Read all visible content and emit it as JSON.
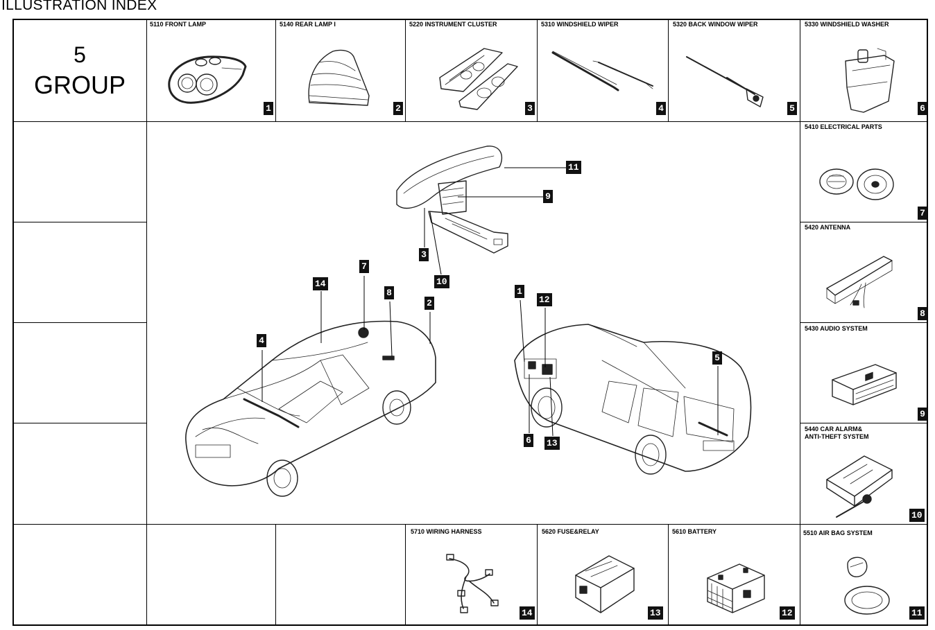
{
  "header": {
    "title": "ILLUSTRATION INDEX"
  },
  "group": {
    "number": "5",
    "word": "GROUP"
  },
  "top_cells": [
    {
      "label": "5110 FRONT LAMP",
      "num": "1"
    },
    {
      "label": "5140 REAR LAMP I",
      "num": "2"
    },
    {
      "label": "5220 INSTRUMENT CLUSTER",
      "num": "3"
    },
    {
      "label": "5310 WINDSHIELD WIPER",
      "num": "4"
    },
    {
      "label": "5320 BACK WINDOW WIPER",
      "num": "5"
    },
    {
      "label": "5330 WINDSHIELD WASHER",
      "num": "6"
    }
  ],
  "right_cells": [
    {
      "label": "5410 ELECTRICAL PARTS",
      "num": "7"
    },
    {
      "label": "5420 ANTENNA",
      "num": "8"
    },
    {
      "label": "5430 AUDIO SYSTEM",
      "num": "9"
    },
    {
      "label": "5440 CAR ALARM&\n        ANTI-THEFT SYSTEM",
      "num": "10"
    }
  ],
  "bottom_cells": [
    {
      "label": "5710 WIRING HARNESS",
      "num": "14"
    },
    {
      "label": "5620 FUSE&RELAY",
      "num": "13"
    },
    {
      "label": "5610 BATTERY",
      "num": "12"
    },
    {
      "label": "5510 AIR BAG SYSTEM",
      "num": "11"
    }
  ],
  "center_callouts": {
    "dash_11": "11",
    "dash_9": "9",
    "dash_3": "3",
    "dash_10": "10",
    "sedan_7": "7",
    "sedan_14": "14",
    "sedan_8": "8",
    "sedan_2": "2",
    "sedan_4": "4",
    "wagon_1": "1",
    "wagon_12": "12",
    "wagon_5": "5",
    "wagon_6": "6",
    "wagon_13": "13"
  }
}
